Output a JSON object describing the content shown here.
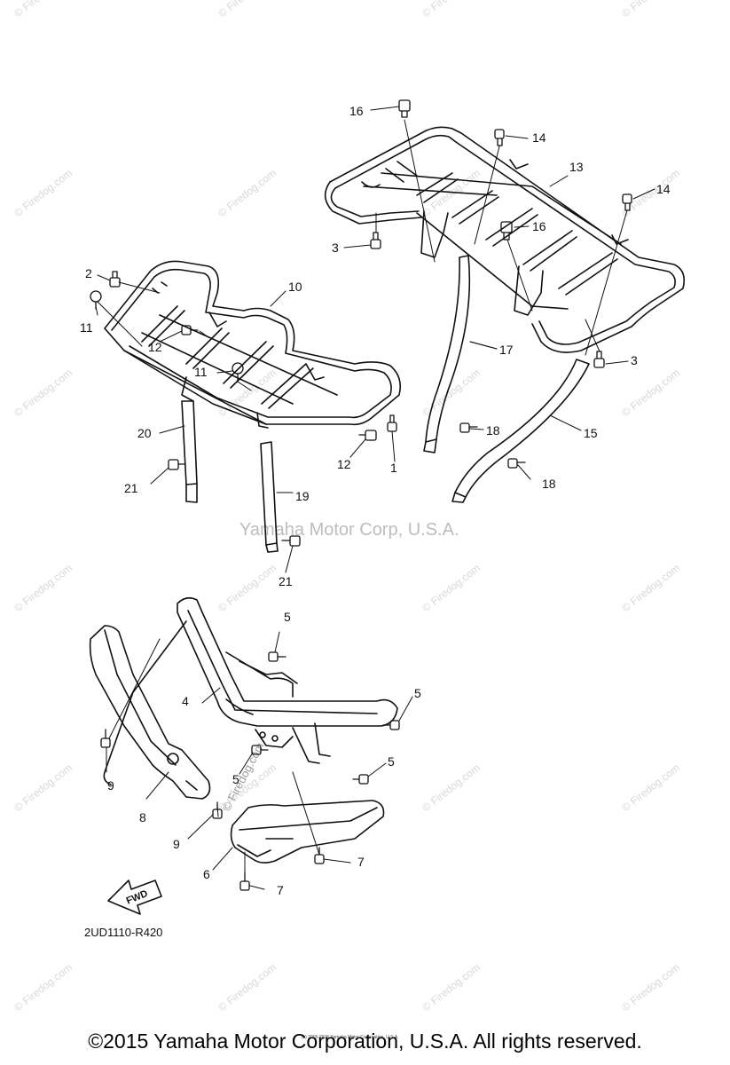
{
  "watermark": "© Firedog.com",
  "center_watermark": "Yamaha Motor Corp, U.S.A.",
  "part_code": "2UD1110-R420",
  "fwd_label": "FWD",
  "small_credit": "(c) 2005-2015 Yamaha Motor Corporation, U.S.A.",
  "copyright": "©2015 Yamaha Motor Corporation, U.S.A. All rights reserved.",
  "callouts": [
    "1",
    "2",
    "3",
    "4",
    "5",
    "6",
    "7",
    "8",
    "9",
    "10",
    "11",
    "12",
    "13",
    "14",
    "15",
    "16",
    "17",
    "18",
    "19",
    "20",
    "21"
  ]
}
